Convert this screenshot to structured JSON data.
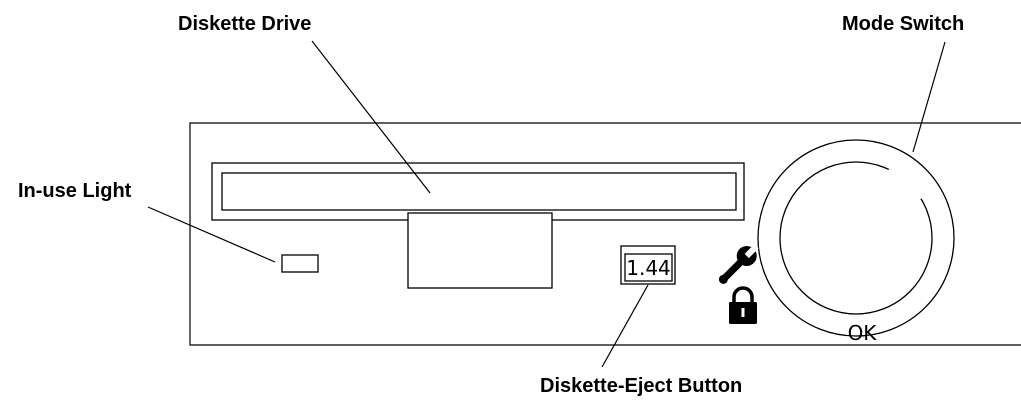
{
  "labels": {
    "diskette_drive": "Diskette Drive",
    "mode_switch": "Mode Switch",
    "in_use_light": "In-use Light",
    "diskette_eject_button": "Diskette-Eject Button"
  },
  "panel": {
    "eject_button_capacity": "1.44",
    "mode_switch_position_label": "OK"
  },
  "icons": {
    "service_mode": "wrench-icon",
    "locked_mode": "padlock-icon"
  },
  "colors": {
    "line": "#000000",
    "background": "#ffffff"
  }
}
